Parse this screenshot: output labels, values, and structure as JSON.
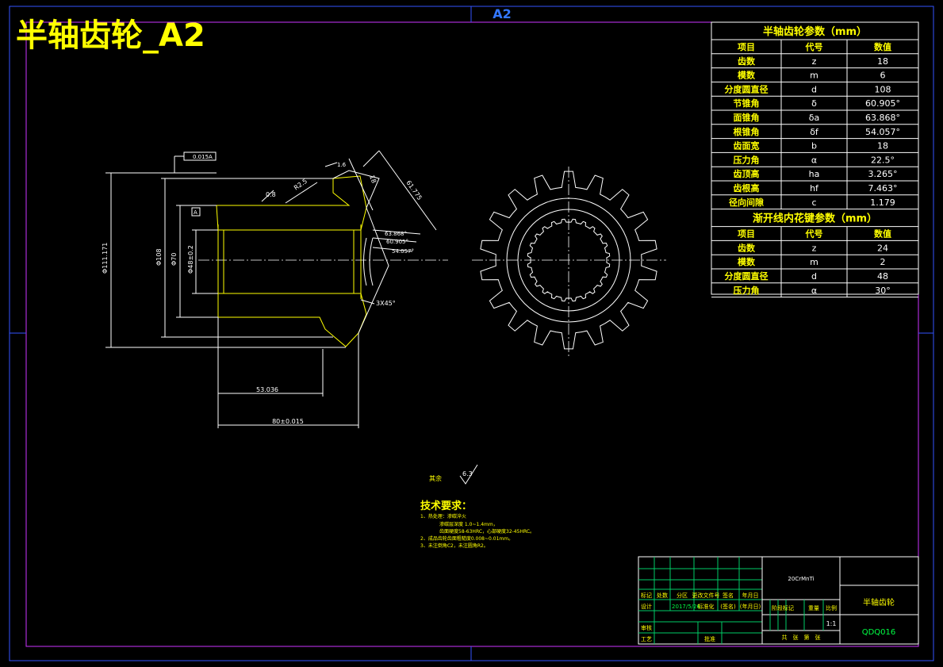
{
  "sheet": {
    "size_label": "A2",
    "title": "半轴齿轮_A2"
  },
  "gear_table": {
    "title": "半轴齿轮参数（mm）",
    "headers": [
      "项目",
      "代号",
      "数值"
    ],
    "rows": [
      [
        "齿数",
        "z",
        "18"
      ],
      [
        "模数",
        "m",
        "6"
      ],
      [
        "分度圆直径",
        "d",
        "108"
      ],
      [
        "节锥角",
        "δ",
        "60.905°"
      ],
      [
        "面锥角",
        "δa",
        "63.868°"
      ],
      [
        "根锥角",
        "δf",
        "54.057°"
      ],
      [
        "齿面宽",
        "b",
        "18"
      ],
      [
        "压力角",
        "α",
        "22.5°"
      ],
      [
        "齿顶高",
        "ha",
        "3.265°"
      ],
      [
        "齿根高",
        "hf",
        "7.463°"
      ],
      [
        "径向间隙",
        "c",
        "1.179"
      ]
    ]
  },
  "spline_table": {
    "title": "渐开线内花键参数（mm）",
    "headers": [
      "项目",
      "代号",
      "数值"
    ],
    "rows": [
      [
        "齿数",
        "z",
        "24"
      ],
      [
        "模数",
        "m",
        "2"
      ],
      [
        "分度圆直径",
        "d",
        "48"
      ],
      [
        "压力角",
        "α",
        "30°"
      ]
    ]
  },
  "dimensions": {
    "tolerance_frame": "0.015",
    "datum": "A",
    "dia_outer": "Φ111.171",
    "dia_108": "Φ108",
    "dia_70": "Φ70",
    "dia_bore": "Φ48±0.2",
    "len_53": "53.036",
    "len_80": "80±0.015",
    "angle_1": "63.868°",
    "angle_2": "60.905°",
    "angle_3": "54.057°",
    "chamfer": "3X45°",
    "cone_len": "61.775",
    "tooth_width": "18",
    "roughness_1": "0.8",
    "roughness_2": "R2.5",
    "roughness_3": "1.6",
    "roughness_rest_label": "其余",
    "roughness_rest": "6.3"
  },
  "tech_req": {
    "title": "技术要求：",
    "lines": [
      "1、热处理：渗碳淬火",
      "　　　　渗碳层深度 1.0~1.4mm，",
      "　　　　齿面硬度58-63HRC，心部硬度32-45HRC。",
      "2、成品齿轮齿面粗糙度0.008~0.01mm。",
      "3、未注倒角C2，未注圆角R2。"
    ]
  },
  "title_block": {
    "material": "20CrMnTi",
    "part_name": "半轴齿轮",
    "drawing_no": "QDQ016",
    "scale_label": "比例",
    "scale": "1:1",
    "weight_label": "重量",
    "stage_label": "阶段标记",
    "sheet_info": "共　张　第　张",
    "row_labels": [
      "标记",
      "处数",
      "分区",
      "更改文件号",
      "签名",
      "年月日"
    ],
    "design_label": "设计",
    "design_date": "2017/5/26",
    "standard_label": "标准化",
    "sign_label": "(签名)",
    "date_label": "(年月日)",
    "review_label": "审核",
    "process_label": "工艺",
    "approve_label": "批准"
  }
}
